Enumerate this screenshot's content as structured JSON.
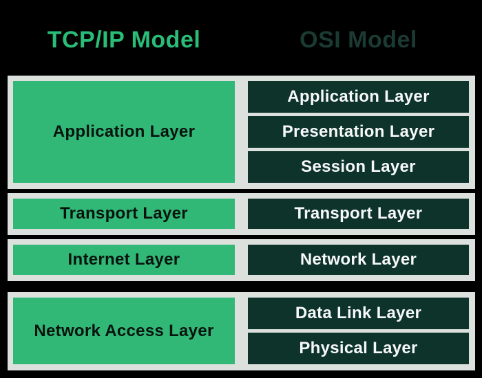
{
  "diagram": {
    "tcpip_title": "TCP/IP Model",
    "osi_title": "OSI Model",
    "rows": [
      {
        "tcpip": "Application Layer",
        "osi": [
          "Application Layer",
          "Presentation Layer",
          "Session Layer"
        ]
      },
      {
        "tcpip": "Transport Layer",
        "osi": [
          "Transport Layer"
        ]
      },
      {
        "tcpip": "Internet Layer",
        "osi": [
          "Network Layer"
        ]
      },
      {
        "tcpip": "Network Access Layer",
        "osi": [
          "Data Link Layer",
          "Physical Layer"
        ]
      }
    ]
  },
  "colors": {
    "background": "#000000",
    "row_bg": "#dde1de",
    "tcpip_box": "#31b877",
    "osi_box": "#0d332b",
    "tcpip_title": "#29bd78",
    "osi_title": "#1b3b32",
    "tcpip_text": "#08130e",
    "osi_text": "#f7f9f8"
  }
}
